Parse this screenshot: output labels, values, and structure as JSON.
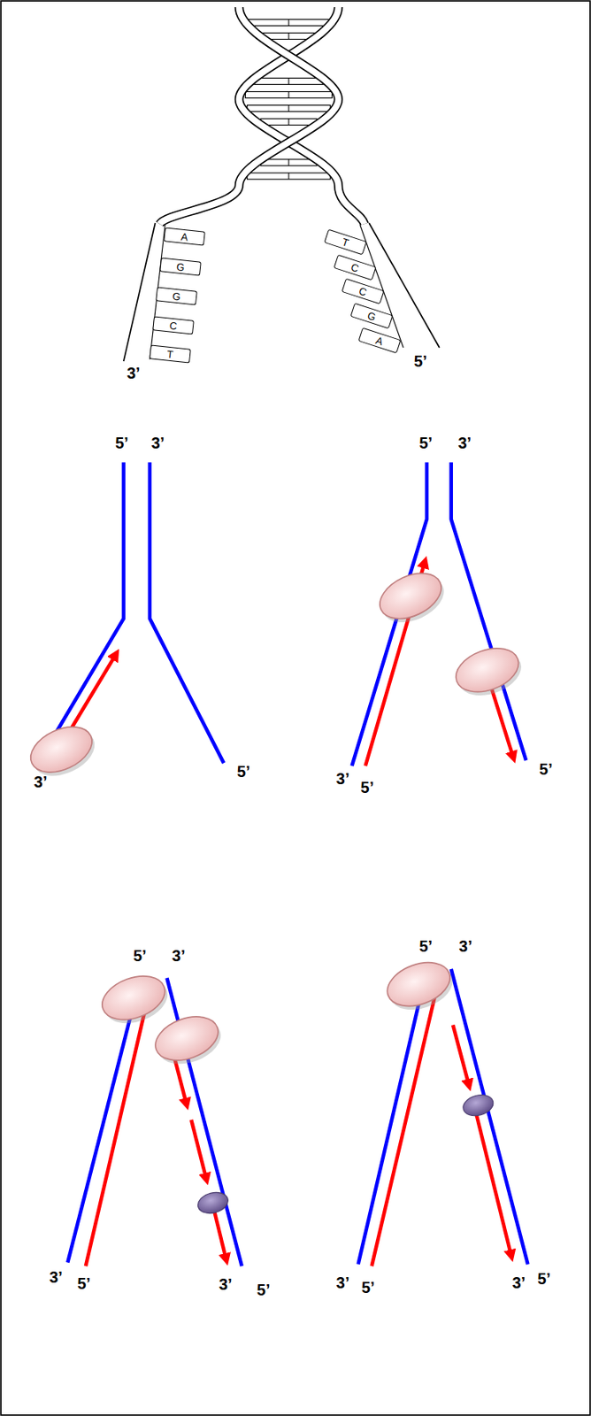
{
  "diagram": {
    "nodes": [
      {
        "text": [
          "A"
        ]
      },
      {
        "text": [
          "G"
        ]
      },
      {
        "text": [
          "G"
        ]
      },
      {
        "text": [
          "C"
        ]
      },
      {
        "text": [
          "T"
        ]
      },
      {
        "text": [
          "T"
        ]
      },
      {
        "text": [
          "C"
        ]
      },
      {
        "text": [
          "C"
        ]
      },
      {
        "text": [
          "G"
        ]
      },
      {
        "text": [
          "A"
        ]
      }
    ],
    "labels": [
      "3’",
      "5’",
      "5’",
      "3’",
      "3’",
      "5’",
      "5’",
      "3’",
      "3’",
      "5’",
      "5’",
      "5’",
      "3’",
      "3’",
      "5’",
      "3’",
      "5’",
      "5’",
      "3’",
      "3’",
      "5’",
      "3’",
      "5’"
    ]
  }
}
